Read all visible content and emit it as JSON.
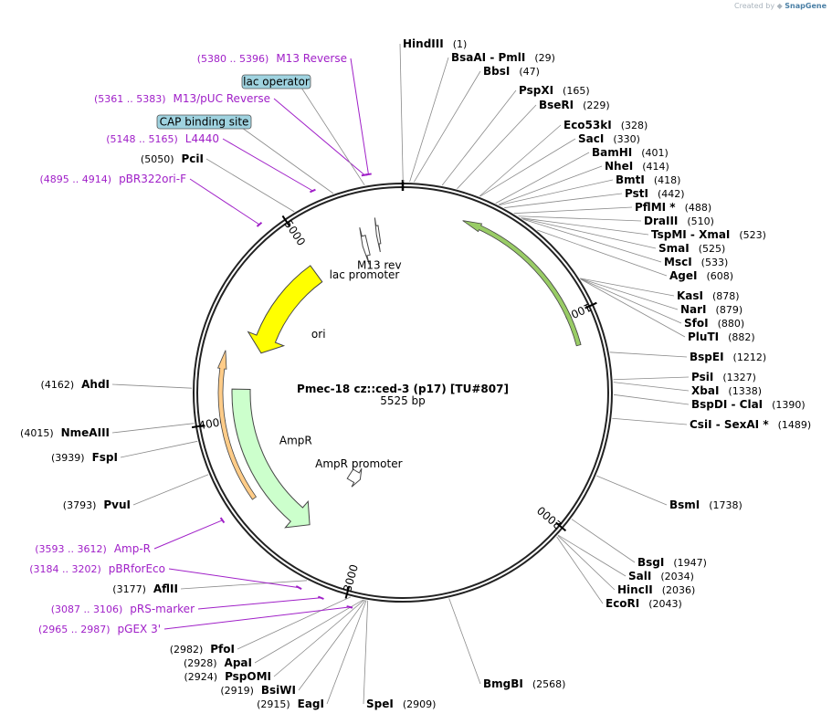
{
  "branding": {
    "created_by": "Created by",
    "app": "SnapGene"
  },
  "plasmid": {
    "name": "Pmec-18 cz::ced-3 (p17) [TU#807]",
    "size_label": "5525 bp",
    "length": 5525
  },
  "ticks": [
    {
      "bp": 1000,
      "label": "1000"
    },
    {
      "bp": 2000,
      "label": "2000"
    },
    {
      "bp": 3000,
      "label": "3000"
    },
    {
      "bp": 4000,
      "label": "4000"
    },
    {
      "bp": 5000,
      "label": "5000"
    }
  ],
  "enzymes": [
    {
      "name": "HindIII",
      "pos": "(1)",
      "bp": 1
    },
    {
      "name": "BsaAI",
      "extra": " - PmlI",
      "pos": "(29)",
      "bp": 29
    },
    {
      "name": "BbsI",
      "pos": "(47)",
      "bp": 47
    },
    {
      "name": "PspXI",
      "pos": "(165)",
      "bp": 165
    },
    {
      "name": "BseRI",
      "pos": "(229)",
      "bp": 229
    },
    {
      "name": "Eco53kI",
      "pos": "(328)",
      "bp": 328
    },
    {
      "name": "SacI",
      "pos": "(330)",
      "bp": 330
    },
    {
      "name": "BamHI",
      "pos": "(401)",
      "bp": 401
    },
    {
      "name": "NheI",
      "pos": "(414)",
      "bp": 414
    },
    {
      "name": "BmtI",
      "pos": "(418)",
      "bp": 418
    },
    {
      "name": "PstI",
      "pos": "(442)",
      "bp": 442
    },
    {
      "name": "PflMI *",
      "pos": "(488)",
      "bp": 488
    },
    {
      "name": "DraIII",
      "pos": "(510)",
      "bp": 510
    },
    {
      "name": "TspMI",
      "extra": " - XmaI",
      "pos": "(523)",
      "bp": 523
    },
    {
      "name": "SmaI",
      "pos": "(525)",
      "bp": 525
    },
    {
      "name": "MscI",
      "pos": "(533)",
      "bp": 533
    },
    {
      "name": "AgeI",
      "pos": "(608)",
      "bp": 608
    },
    {
      "name": "KasI",
      "pos": "(878)",
      "bp": 878
    },
    {
      "name": "NarI",
      "pos": "(879)",
      "bp": 879
    },
    {
      "name": "SfoI",
      "pos": "(880)",
      "bp": 880
    },
    {
      "name": "PluTI",
      "pos": "(882)",
      "bp": 882
    },
    {
      "name": "BspEI",
      "pos": "(1212)",
      "bp": 1212
    },
    {
      "name": "PsiI",
      "pos": "(1327)",
      "bp": 1327
    },
    {
      "name": "XbaI",
      "pos": "(1338)",
      "bp": 1338
    },
    {
      "name": "BspDI",
      "extra": " - ClaI",
      "pos": "(1390)",
      "bp": 1390
    },
    {
      "name": "CsiI",
      "extra": " - SexAI *",
      "pos": "(1489)",
      "bp": 1489
    },
    {
      "name": "BsmI",
      "pos": "(1738)",
      "bp": 1738
    },
    {
      "name": "BsgI",
      "pos": "(1947)",
      "bp": 1947
    },
    {
      "name": "SalI",
      "pos": "(2034)",
      "bp": 2034
    },
    {
      "name": "HincII",
      "pos": "(2036)",
      "bp": 2036
    },
    {
      "name": "EcoRI",
      "pos": "(2043)",
      "bp": 2043
    },
    {
      "name": "BmgBI",
      "pos": "(2568)",
      "bp": 2568
    },
    {
      "name": "SpeI",
      "pos": "(2909)",
      "bp": 2909
    },
    {
      "name": "EagI",
      "pos": "(2915)",
      "bp": 2915
    },
    {
      "name": "BsiWI",
      "pos": "(2919)",
      "bp": 2919
    },
    {
      "name": "PspOMI",
      "pos": "(2924)",
      "bp": 2924
    },
    {
      "name": "ApaI",
      "pos": "(2928)",
      "bp": 2928
    },
    {
      "name": "PfoI",
      "pos": "(2982)",
      "bp": 2982
    },
    {
      "name": "AflII",
      "pos": "(3177)",
      "bp": 3177
    },
    {
      "name": "PvuI",
      "pos": "(3793)",
      "bp": 3793
    },
    {
      "name": "FspI",
      "pos": "(3939)",
      "bp": 3939
    },
    {
      "name": "NmeAIII",
      "pos": "(4015)",
      "bp": 4015
    },
    {
      "name": "AhdI",
      "pos": "(4162)",
      "bp": 4162
    },
    {
      "name": "PciI",
      "pos": "(5050)",
      "bp": 5050
    }
  ],
  "primers": [
    {
      "range": "(5380 .. 5396)",
      "name": "M13 Reverse",
      "bp": 5388
    },
    {
      "range": "(5361 .. 5383)",
      "name": "M13/pUC Reverse",
      "bp": 5372
    },
    {
      "range": "(5148 .. 5165)",
      "name": "L4440",
      "bp": 5156
    },
    {
      "range": "(4895 .. 4914)",
      "name": "pBR322ori-F",
      "bp": 4904
    },
    {
      "range": "(3593 .. 3612)",
      "name": "Amp-R",
      "bp": 3602
    },
    {
      "range": "(3184 .. 3202)",
      "name": "pBRforEco",
      "bp": 3193
    },
    {
      "range": "(3087 .. 3106)",
      "name": "pRS-marker",
      "bp": 3096
    },
    {
      "range": "(2965 .. 2987)",
      "name": "pGEX 3'",
      "bp": 2976
    }
  ],
  "boxed_features": [
    {
      "name": "lac operator"
    },
    {
      "name": "CAP binding site"
    }
  ],
  "features": [
    {
      "name": "ori",
      "start": 4383,
      "end": 4972,
      "direction": "reverse",
      "color": "#ffff00"
    },
    {
      "name": "AmpR",
      "start": 3302,
      "end": 4162,
      "direction": "reverse",
      "color": "#ccffcc"
    },
    {
      "name": "AmpR promoter",
      "start": 3163,
      "end": 3267,
      "direction": "reverse",
      "color": "#ffffff"
    },
    {
      "name": "lac promoter",
      "start": 5290,
      "end": 5320,
      "direction": "reverse",
      "color": "#ffffff"
    },
    {
      "name": "M13 rev",
      "start": 5380,
      "end": 5396,
      "direction": "reverse",
      "color": "#ffffff"
    }
  ],
  "outer_features": [
    {
      "start": 295,
      "end": 1150,
      "direction": "reverse",
      "color": "#99cc66"
    },
    {
      "start": 3600,
      "end": 4350,
      "direction": "forward",
      "color": "#ffcc88"
    }
  ],
  "colors": {
    "enzyme": "#000000",
    "primer": "#a020c8",
    "boxed_fill": "#9fd3e0",
    "ring": "#222222"
  }
}
